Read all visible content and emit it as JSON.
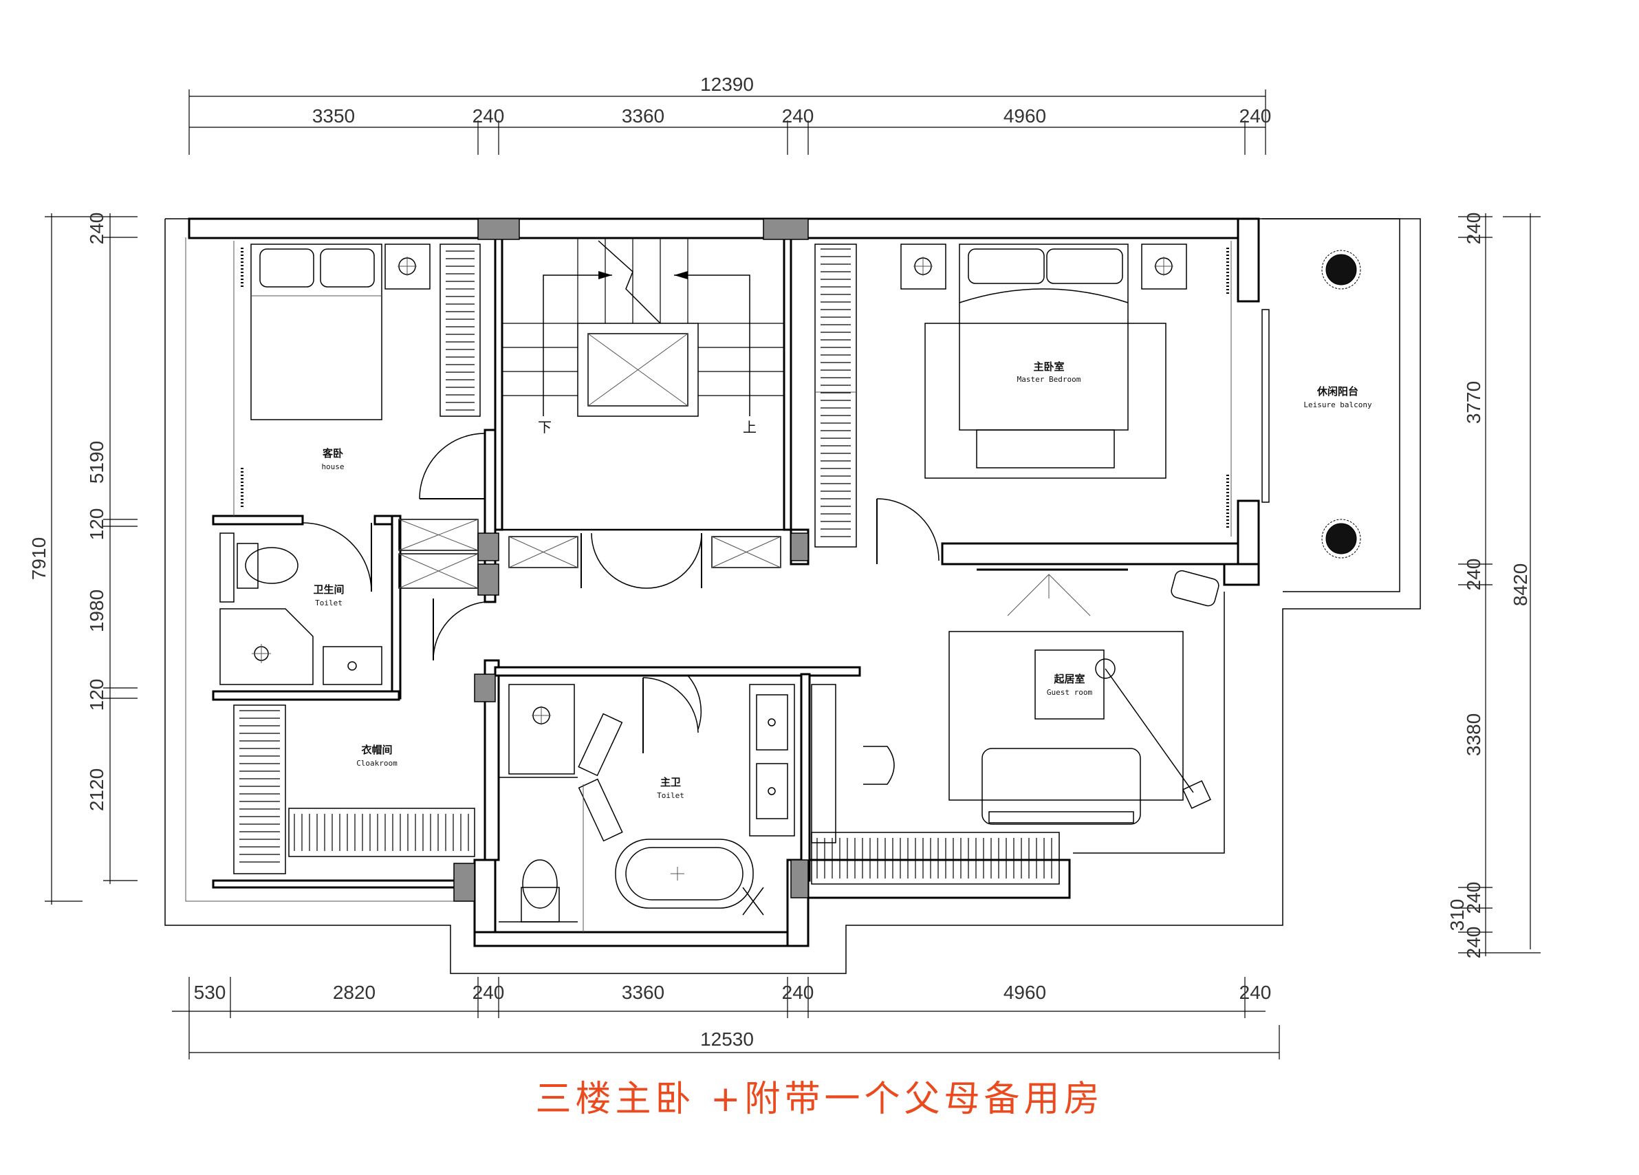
{
  "caption": "三楼主卧 +附带一个父母备用房",
  "dimensions": {
    "top_total": "12390",
    "top": [
      "3350",
      "240",
      "3360",
      "240",
      "4960",
      "240"
    ],
    "bottom": [
      "530",
      "2820",
      "240",
      "3360",
      "240",
      "4960",
      "240"
    ],
    "bottom_total": "12530",
    "left_total": "7910",
    "left": [
      "240",
      "5190",
      "120",
      "1980",
      "120",
      "2120"
    ],
    "right_total": "8420",
    "right": [
      "240",
      "3770",
      "240",
      "3380",
      "240",
      "310",
      "240"
    ]
  },
  "rooms": {
    "guest_bed": {
      "cn": "客卧",
      "en": "house"
    },
    "toilet_small": {
      "cn": "卫生间",
      "en": "Toilet"
    },
    "cloakroom": {
      "cn": "衣帽间",
      "en": "Cloakroom"
    },
    "master_bed": {
      "cn": "主卧室",
      "en": "Master Bedroom"
    },
    "balcony": {
      "cn": "休闲阳台",
      "en": "Leisure balcony"
    },
    "living": {
      "cn": "起居室",
      "en": "Guest room"
    },
    "master_bath": {
      "cn": "主卫",
      "en": "Toilet"
    }
  },
  "stairs": {
    "down": "下",
    "up": "上"
  }
}
